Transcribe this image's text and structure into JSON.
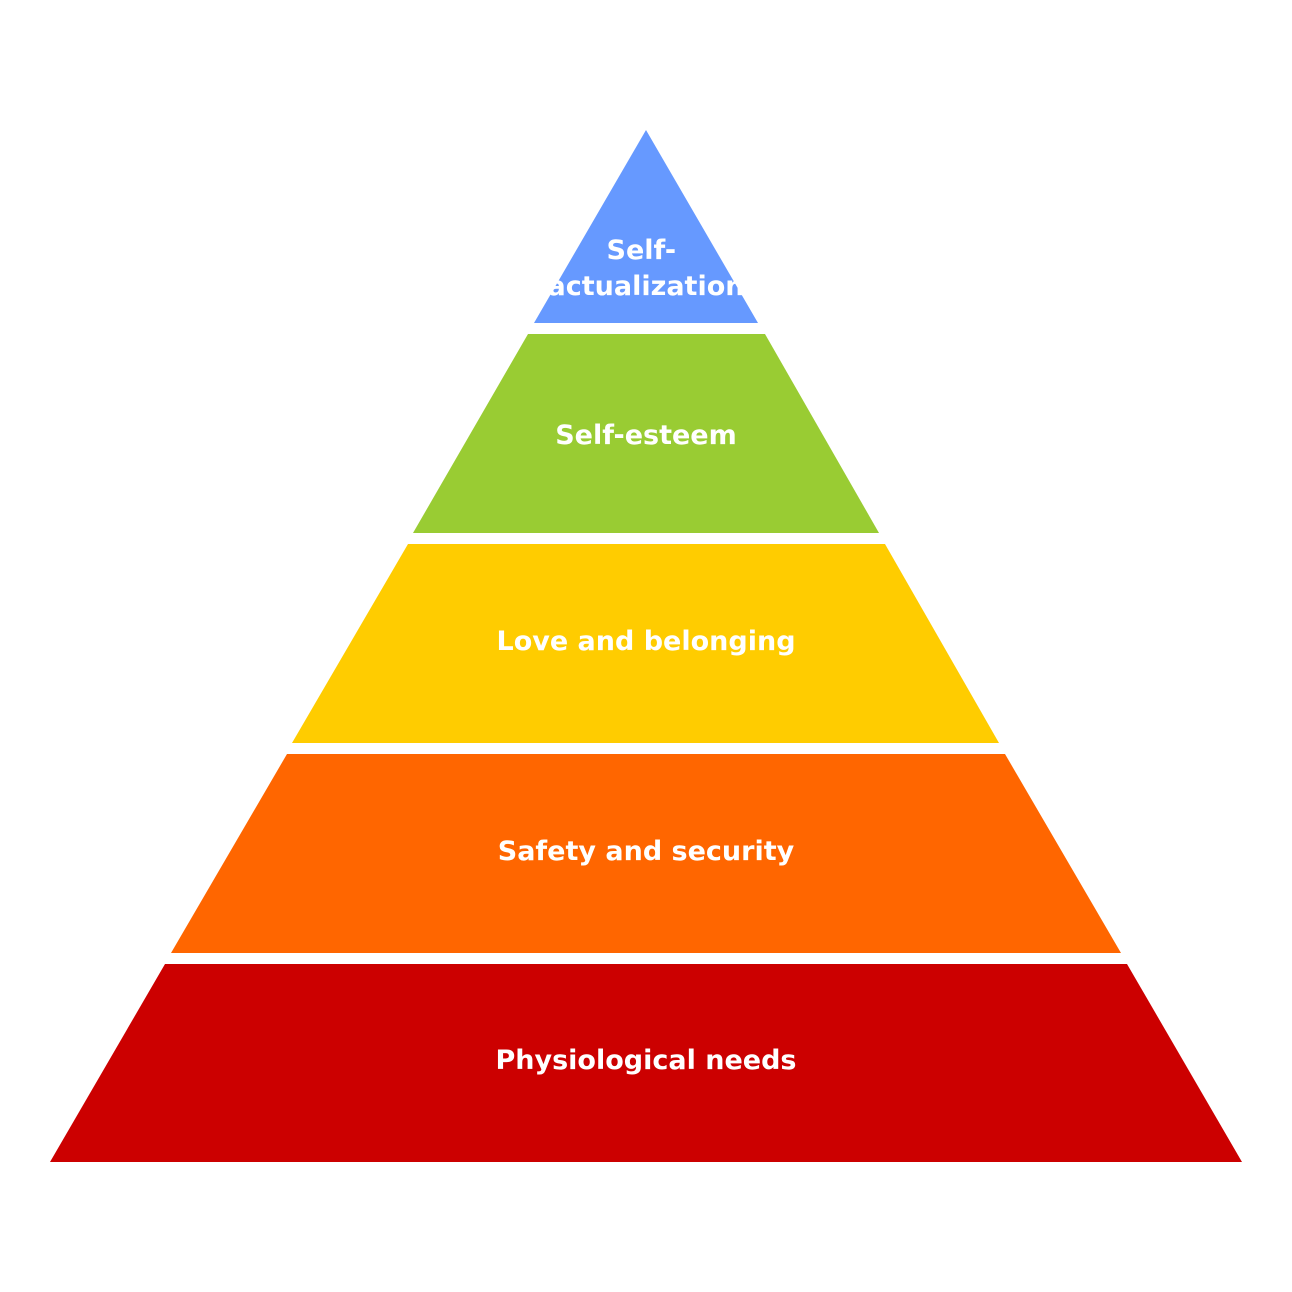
{
  "pyramid": {
    "tiers": [
      {
        "label_lines": [
          "Self-",
          "actualization"
        ],
        "color": "#6699ff"
      },
      {
        "label_lines": [
          "Self-esteem"
        ],
        "color": "#99cc33"
      },
      {
        "label_lines": [
          "Love and belonging"
        ],
        "color": "#ffcc00"
      },
      {
        "label_lines": [
          "Safety and security"
        ],
        "color": "#ff6600"
      },
      {
        "label_lines": [
          "Physiological needs"
        ],
        "color": "#cc0000"
      }
    ]
  }
}
